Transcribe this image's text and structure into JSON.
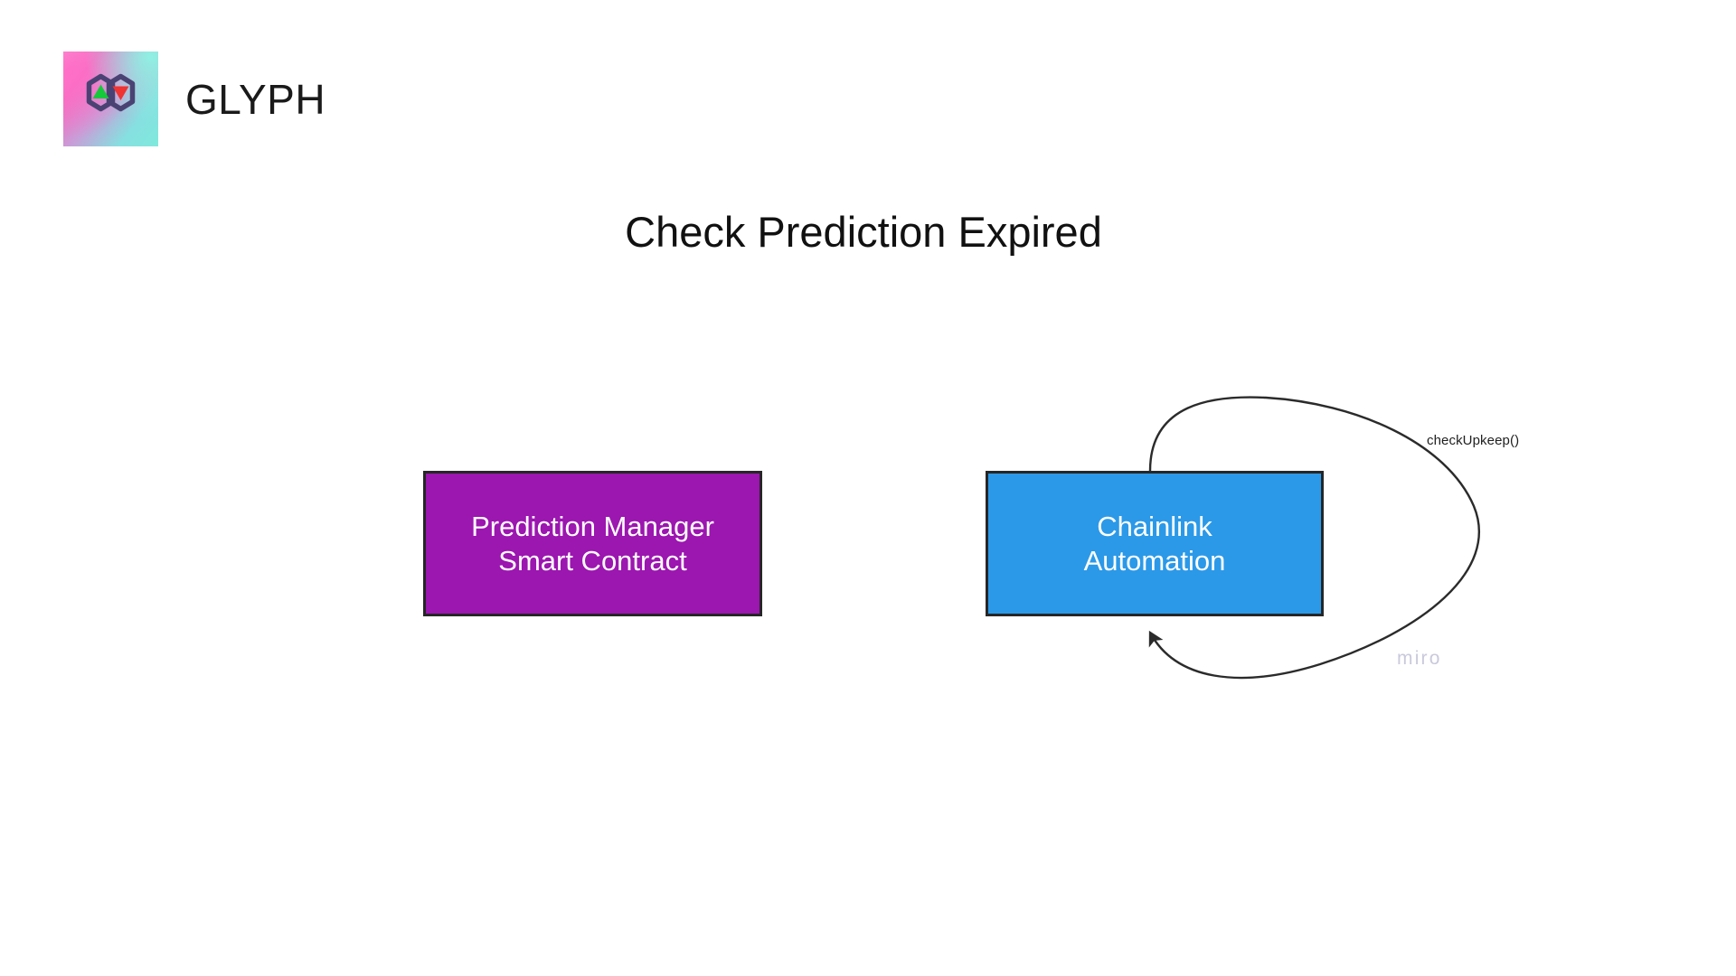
{
  "brand": {
    "name": "GLYPH",
    "logo_icon": "glyph-double-hexagon-logo",
    "up_triangle_color": "#16c93a",
    "down_triangle_color": "#f03333",
    "hexagon_stroke_color": "#4b4274",
    "gradient_start": "#f78ad2",
    "gradient_end": "#7fe9dc"
  },
  "title": "Check Prediction Expired",
  "diagram": {
    "nodes": [
      {
        "id": "prediction-manager",
        "label": "Prediction Manager\nSmart Contract",
        "fill": "#9c16b0",
        "border": "#262626",
        "text_color": "#ffffff"
      },
      {
        "id": "chainlink-automation",
        "label": "Chainlink\nAutomation",
        "fill": "#2b99e8",
        "border": "#262626",
        "text_color": "#ffffff"
      }
    ],
    "edges": [
      {
        "id": "self-loop-checkupkeep",
        "label": "checkUpkeep()",
        "from": "chainlink-automation",
        "to": "chainlink-automation",
        "stroke": "#2b2b2b",
        "arrowhead": "filled-triangle"
      }
    ]
  },
  "watermark": "miro"
}
